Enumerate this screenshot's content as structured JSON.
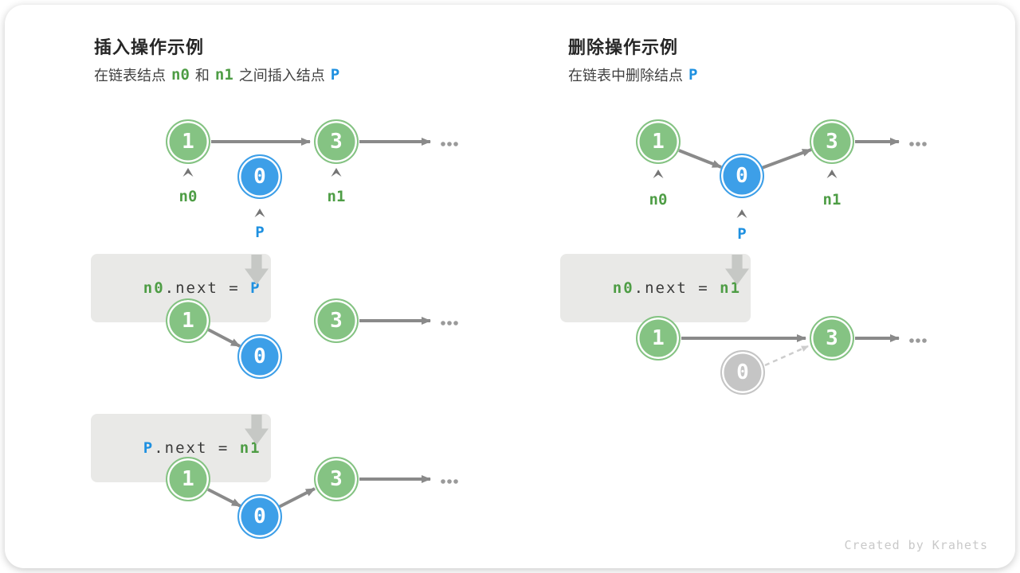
{
  "colors": {
    "node_green": "#85c383",
    "node_blue": "#3d9fe8",
    "node_gray": "#c5c5c5",
    "text_green": "#4e9d45",
    "text_blue": "#1e90e0",
    "arrow_gray": "#8a8a8a"
  },
  "left": {
    "title": "插入操作示例",
    "subtitle": {
      "prefix": "在链表结点",
      "n0": "n0",
      "mid": "和",
      "n1": "n1",
      "suffix": "之间插入结点",
      "p": "P"
    },
    "code1": {
      "lhs": "n0",
      "op": ".next = ",
      "rhs": "P"
    },
    "code2": {
      "lhs": "P",
      "op": ".next = ",
      "rhs": "n1"
    },
    "d1": {
      "node1": "1",
      "node3": "3",
      "nodeP": "0",
      "label_n0": "n0",
      "label_n1": "n1",
      "label_p": "P",
      "ellipsis": "..."
    },
    "d2": {
      "node1": "1",
      "nodeP": "0",
      "node3": "3",
      "ellipsis": "..."
    },
    "d3": {
      "node1": "1",
      "nodeP": "0",
      "node3": "3",
      "ellipsis": "..."
    }
  },
  "right": {
    "title": "删除操作示例",
    "subtitle": {
      "prefix": "在链表中删除结点",
      "p": "P"
    },
    "code1": {
      "lhs": "n0",
      "op": ".next = ",
      "rhs": "n1"
    },
    "d1": {
      "node1": "1",
      "nodeP": "0",
      "node3": "3",
      "label_n0": "n0",
      "label_n1": "n1",
      "label_p": "P",
      "ellipsis": "..."
    },
    "d2": {
      "node1": "1",
      "node3": "3",
      "nodeP": "0",
      "ellipsis": "..."
    }
  },
  "watermark": "Created by Krahets"
}
